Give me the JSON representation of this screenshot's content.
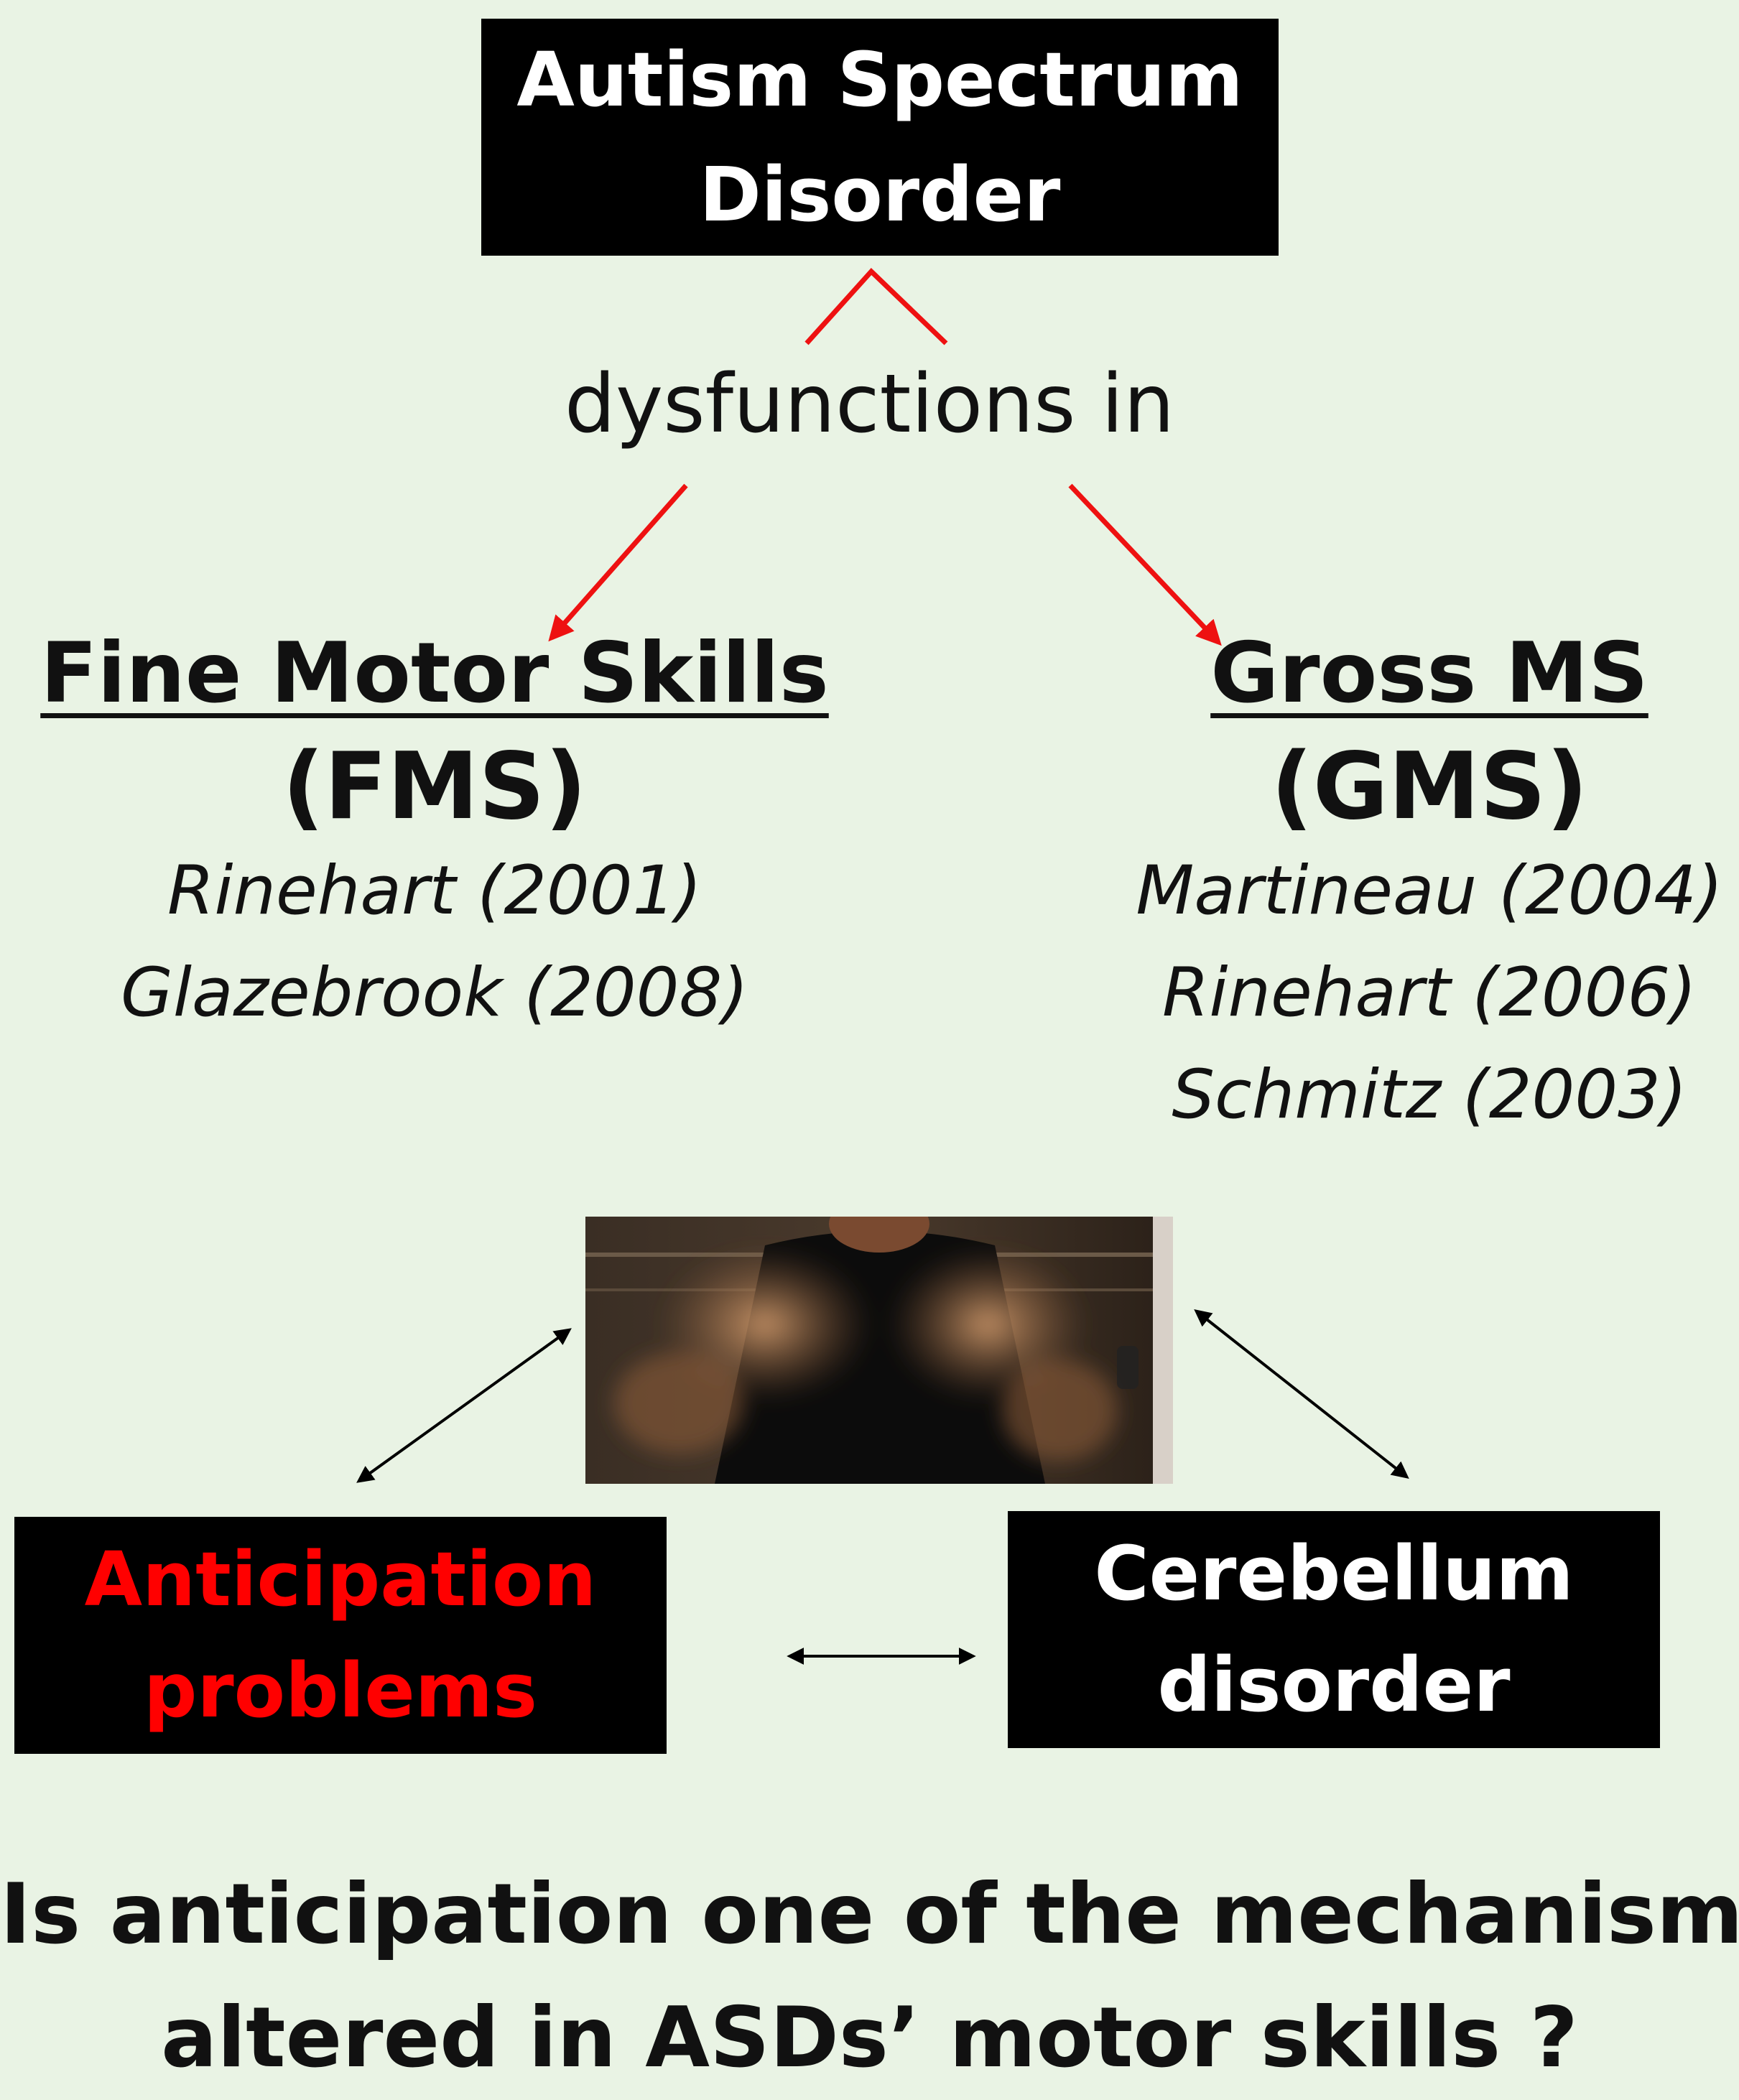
{
  "top_box": {
    "line1": "Autism Spectrum",
    "line2": "Disorder"
  },
  "connector_label": "dysfunctions in",
  "fine_motor": {
    "heading": "Fine Motor Skills",
    "abbr": "(FMS)",
    "citations": [
      "Rinehart (2001)",
      "Glazebrook (2008)"
    ]
  },
  "gross_motor": {
    "heading": "Gross MS",
    "abbr": "(GMS)",
    "citations": [
      "Martineau (2004)",
      "Rinehart (2006)",
      "Schmitz (2003)"
    ]
  },
  "anticipation_box": {
    "line1": "Anticipation",
    "line2": "problems",
    "color": "#ff0000"
  },
  "cerebellum_box": {
    "line1": "Cerebellum",
    "line2": "disorder"
  },
  "question": {
    "line1": "Is anticipation one of the mechanisms",
    "line2": "altered in ASDs’ motor skills ?"
  },
  "colors": {
    "background": "#e9f3e4",
    "arrow_red": "#ee1111",
    "box": "#000000"
  }
}
